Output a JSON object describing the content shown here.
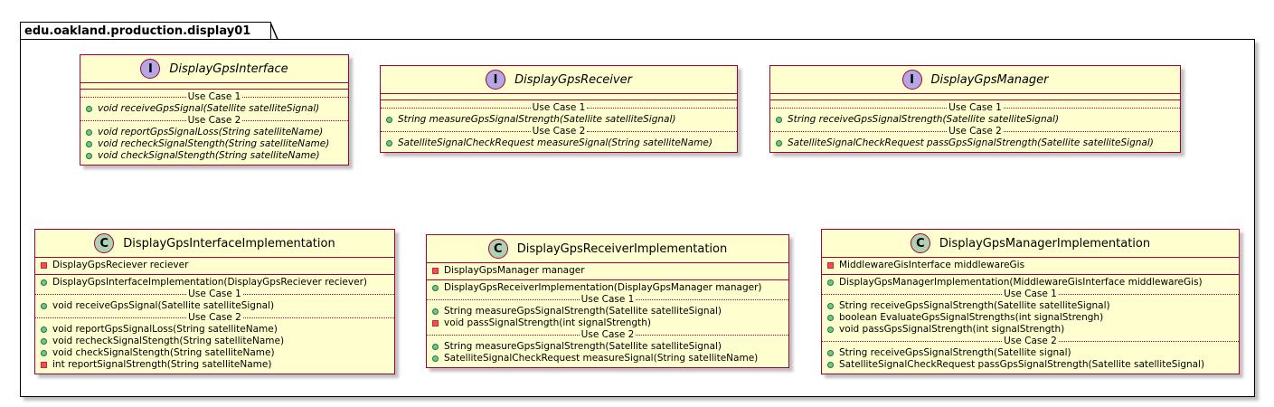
{
  "package": {
    "name": "edu.oakland.production.display01"
  },
  "interfaces": [
    {
      "name": "DisplayGpsInterface",
      "stereotype": "I",
      "groups": [
        {
          "label": "Use Case 1",
          "methods": [
            {
              "vis": "+",
              "text": "void receiveGpsSignal(Satellite satelliteSignal)"
            }
          ]
        },
        {
          "label": "Use Case 2",
          "methods": [
            {
              "vis": "+",
              "text": "void reportGpsSignalLoss(String satelliteName)"
            },
            {
              "vis": "+",
              "text": "void recheckSignalStength(String satelliteName)"
            },
            {
              "vis": "+",
              "text": "void checkSignalStength(String satelliteName)"
            }
          ]
        }
      ]
    },
    {
      "name": "DisplayGpsReceiver",
      "stereotype": "I",
      "groups": [
        {
          "label": "Use Case 1",
          "methods": [
            {
              "vis": "+",
              "text": "String measureGpsSignalStrength(Satellite satelliteSignal)"
            }
          ]
        },
        {
          "label": "Use Case 2",
          "methods": [
            {
              "vis": "+",
              "text": "SatelliteSignalCheckRequest measureSignal(String satelliteName)"
            }
          ]
        }
      ]
    },
    {
      "name": "DisplayGpsManager",
      "stereotype": "I",
      "groups": [
        {
          "label": "Use Case 1",
          "methods": [
            {
              "vis": "+",
              "text": "String receiveGpsSignalStrength(Satellite satelliteSignal)"
            }
          ]
        },
        {
          "label": "Use Case 2",
          "methods": [
            {
              "vis": "+",
              "text": "SatelliteSignalCheckRequest passGpsSignalStrength(Satellite satelliteSignal)"
            }
          ]
        }
      ]
    }
  ],
  "classes": [
    {
      "name": "DisplayGpsInterfaceImplementation",
      "stereotype": "C",
      "attributes": [
        {
          "vis": "-",
          "text": "DisplayGpsReciever reciever"
        }
      ],
      "constructor": {
        "vis": "+",
        "text": "DisplayGpsInterfaceImplementation(DisplayGpsReciever reciever)"
      },
      "groups": [
        {
          "label": "Use Case 1",
          "methods": [
            {
              "vis": "+",
              "text": "void receiveGpsSignal(Satellite satelliteSignal)"
            }
          ]
        },
        {
          "label": "Use Case 2",
          "methods": [
            {
              "vis": "+",
              "text": "void reportGpsSignalLoss(String satelliteName)"
            },
            {
              "vis": "+",
              "text": "void recheckSignalStength(String satelliteName)"
            },
            {
              "vis": "+",
              "text": "void checkSignalStength(String satelliteName)"
            },
            {
              "vis": "-",
              "text": "int reportSignalStrength(String satelliteName)"
            }
          ]
        }
      ]
    },
    {
      "name": "DisplayGpsReceiverImplementation",
      "stereotype": "C",
      "attributes": [
        {
          "vis": "-",
          "text": "DisplayGpsManager manager"
        }
      ],
      "constructor": {
        "vis": "+",
        "text": "DisplayGpsReceiverImplementation(DisplayGpsManager manager)"
      },
      "groups": [
        {
          "label": "Use Case 1",
          "methods": [
            {
              "vis": "+",
              "text": "String measureGpsSignalStrength(Satellite satelliteSignal)"
            },
            {
              "vis": "-",
              "text": "void passSignalStrength(int signalStrength)"
            }
          ]
        },
        {
          "label": "Use Case 2",
          "methods": [
            {
              "vis": "+",
              "text": "String measureGpsSignalStrength(Satellite satelliteSignal)"
            },
            {
              "vis": "+",
              "text": "SatelliteSignalCheckRequest measureSignal(String satelliteName)"
            }
          ]
        }
      ]
    },
    {
      "name": "DisplayGpsManagerImplementation",
      "stereotype": "C",
      "attributes": [
        {
          "vis": "-",
          "text": "MiddlewareGisInterface middlewareGis"
        }
      ],
      "constructor": {
        "vis": "+",
        "text": "DisplayGpsManagerImplementation(MiddlewareGisInterface middlewareGis)"
      },
      "groups": [
        {
          "label": "Use Case 1",
          "methods": [
            {
              "vis": "+",
              "text": "String receiveGpsSignalStrength(Satellite satelliteSignal)"
            },
            {
              "vis": "+",
              "text": "boolean EvaluateGpsSignalStrengths(int signalStrengh)"
            },
            {
              "vis": "+",
              "text": "void passGpsSignalStrength(int signalStrength)"
            }
          ]
        },
        {
          "label": "Use Case 2",
          "methods": [
            {
              "vis": "+",
              "text": "String receiveGpsSignalStrength(Satellite signal)"
            },
            {
              "vis": "+",
              "text": "SatelliteSignalCheckRequest passGpsSignalStrength(Satellite satelliteSignal)"
            }
          ]
        }
      ]
    }
  ],
  "colors": {
    "class_fill": "#FEFECE",
    "class_border": "#A80036",
    "interface_badge": "#B4A7E5",
    "class_badge": "#ADD1B2",
    "public_marker": "#84BE84",
    "private_marker": "#F24D5C"
  }
}
